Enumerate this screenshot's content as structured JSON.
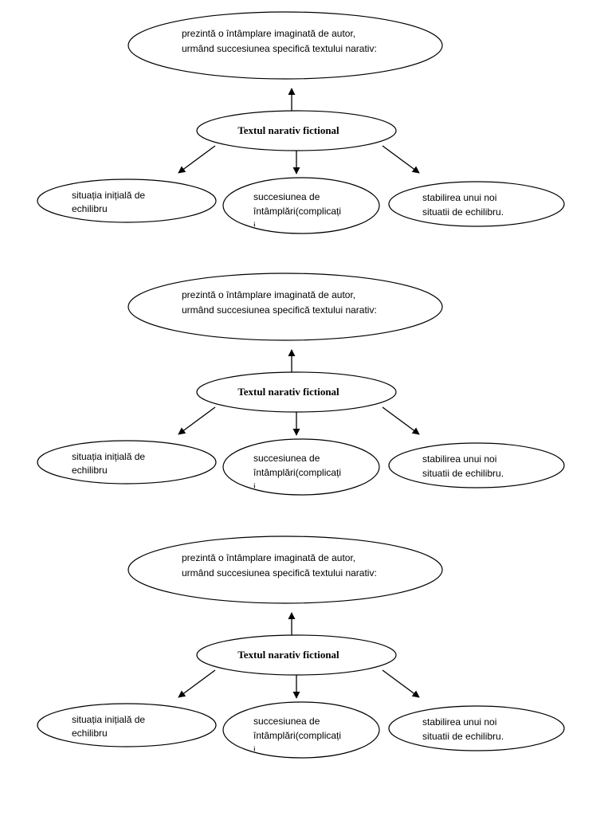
{
  "diagrams": [
    {
      "top": {
        "lines": [
          "prezintă o întâmplare imaginată de autor,",
          "urmând succesiunea specifică textului narativ:"
        ]
      },
      "center": {
        "label": "Textul narativ fictional"
      },
      "left": {
        "lines": [
          "situația inițială de",
          "echilibru"
        ]
      },
      "middle": {
        "lines": [
          "succesiunea de",
          "întâmplări(complicați",
          "i"
        ]
      },
      "right": {
        "lines": [
          "stabilirea unui noi",
          "situatii de echilibru."
        ]
      }
    },
    {
      "top": {
        "lines": [
          "prezintă o întâmplare imaginată de autor,",
          "urmând succesiunea specifică textului narativ:"
        ]
      },
      "center": {
        "label": "Textul narativ fictional"
      },
      "left": {
        "lines": [
          "situația inițială de",
          "echilibru"
        ]
      },
      "middle": {
        "lines": [
          "succesiunea de",
          "întâmplări(complicați",
          "i"
        ]
      },
      "right": {
        "lines": [
          "stabilirea unui noi",
          "situatii de echilibru."
        ]
      }
    },
    {
      "top": {
        "lines": [
          "prezintă o întâmplare imaginată de autor,",
          "urmând succesiunea specifică textului narativ:"
        ]
      },
      "center": {
        "label": "Textul narativ fictional"
      },
      "left": {
        "lines": [
          "situația inițială de",
          "echilibru"
        ]
      },
      "middle": {
        "lines": [
          "succesiunea de",
          "întâmplări(complicați",
          "i"
        ]
      },
      "right": {
        "lines": [
          "stabilirea unui noi",
          "situatii de echilibru."
        ]
      }
    }
  ]
}
